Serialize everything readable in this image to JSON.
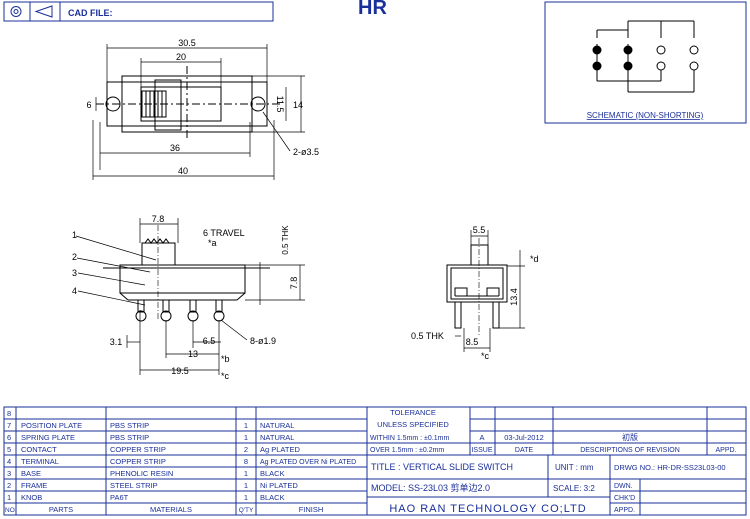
{
  "header": {
    "cad_label": "CAD FILE:",
    "logo": "HR"
  },
  "schematic": {
    "label": "SCHEMATIC (NON-SHORTING)"
  },
  "top_view": {
    "dims": [
      "30.5",
      "20",
      "6",
      "11.5",
      "14",
      "36",
      "40",
      "2-ø3.5"
    ]
  },
  "front_view": {
    "callouts": [
      "1",
      "2",
      "3",
      "4"
    ],
    "dims": [
      "7.8",
      "6 TRAVEL",
      "*a",
      "0.5 THK",
      "7.8",
      "3.1",
      "6.5",
      "13",
      "*b",
      "19.5",
      "*c",
      "8-ø1.9"
    ]
  },
  "side_view": {
    "dims": [
      "5.5",
      "*d",
      "13.4",
      "0.5 THK",
      "8.5",
      "*c"
    ]
  },
  "parts_table": {
    "headers": {
      "no": "NO.",
      "parts": "PARTS",
      "materials": "MATERIALS",
      "qty": "Q'TY",
      "finish": "FINISH"
    },
    "rows": [
      {
        "no": "8",
        "part": "",
        "material": "",
        "qty": "",
        "finish": ""
      },
      {
        "no": "7",
        "part": "POSITION PLATE",
        "material": "PBS STRIP",
        "qty": "1",
        "finish": "NATURAL"
      },
      {
        "no": "6",
        "part": "SPRING PLATE",
        "material": "PBS STRIP",
        "qty": "1",
        "finish": "NATURAL"
      },
      {
        "no": "5",
        "part": "CONTACT",
        "material": "COPPER STRIP",
        "qty": "2",
        "finish": "Ag PLATED"
      },
      {
        "no": "4",
        "part": "TERMINAL",
        "material": "COPPER STRIP",
        "qty": "8",
        "finish": "Ag PLATED OVER Ni PLATED"
      },
      {
        "no": "3",
        "part": "BASE",
        "material": "PHENOLIC RESIN",
        "qty": "1",
        "finish": "BLACK"
      },
      {
        "no": "2",
        "part": "FRAME",
        "material": "STEEL STRIP",
        "qty": "1",
        "finish": "Ni PLATED"
      },
      {
        "no": "1",
        "part": "KNOB",
        "material": "PA6T",
        "qty": "1",
        "finish": "BLACK"
      }
    ]
  },
  "title_block": {
    "tolerance": "TOLERANCE",
    "unless": "UNLESS SPECIFIED",
    "within": "WITHIN 1.5mm : ±0.1mm",
    "over": "OVER 1.5mm : ±0.2mm",
    "rev": "A",
    "date": "03-Jul-2012",
    "rev_desc": "初版",
    "issue_label": "ISSUE",
    "date_label": "DATE",
    "desc_label": "DESCRIPTIONS OF REVISION",
    "appd_label": "APPD.",
    "title": "TITLE :  VERTICAL SLIDE SWITCH",
    "unit": "UNIT :  mm",
    "drwg": "DRWG NO.:  HR-DR-SS23L03-00",
    "model": "MODEL:  SS-23L03 剪单边2.0",
    "scale": "SCALE:  3:2",
    "company": "HAO RAN TECHNOLOGY CO;LTD",
    "dwn": "DWN.",
    "chkd": "CHK'D",
    "appd2": "APPD."
  }
}
